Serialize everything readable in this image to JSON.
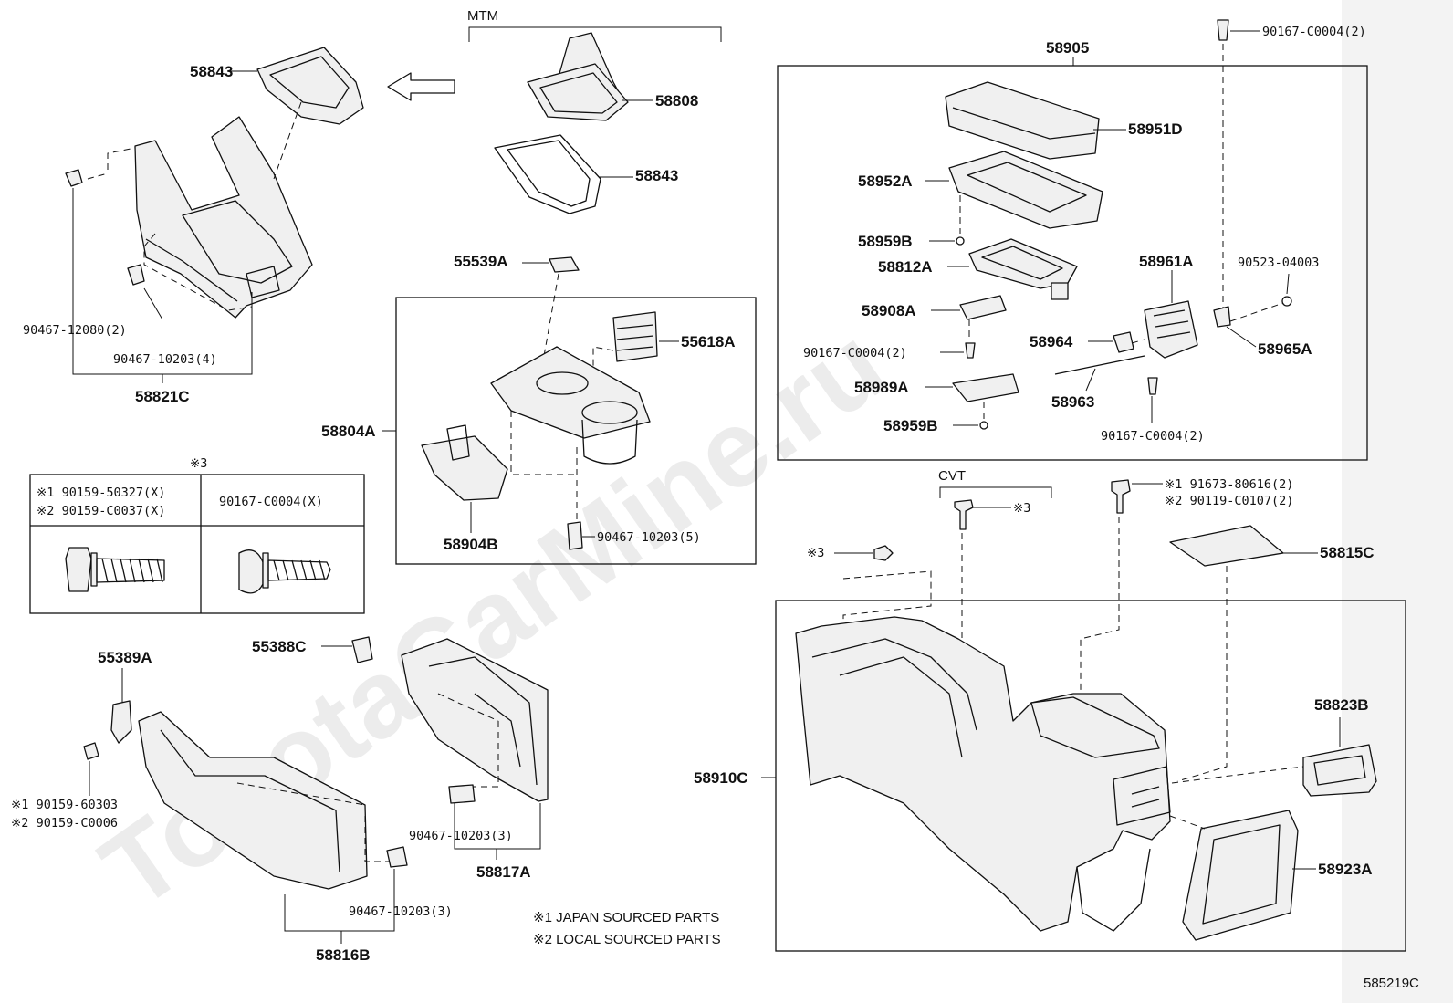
{
  "diagram": {
    "group_labels": {
      "mtm": "MTM",
      "cvt": "CVT",
      "ref3": "※3",
      "ref3_screw": "※3",
      "ref3_bolt": "※3"
    },
    "part_labels": {
      "p58843_top": "58843",
      "p58808": "58808",
      "p58843_mid": "58843",
      "p55539a": "55539A",
      "p55618a": "55618A",
      "p58804a": "58804A",
      "p58904b": "58904B",
      "p90467_10203_5": "90467-10203(5)",
      "p90467_12080": "90467-12080(2)",
      "p90467_10203_4": "90467-10203(4)",
      "p58821c": "58821C",
      "p58905": "58905",
      "p90167_c0004_top": "90167-C0004(2)",
      "p58951d": "58951D",
      "p58952a": "58952A",
      "p58959b_a": "58959B",
      "p58812a": "58812A",
      "p58961a": "58961A",
      "p90523": "90523-04003",
      "p58908a": "58908A",
      "p58964": "58964",
      "p58965a": "58965A",
      "p90167_c0004_left": "90167-C0004(2)",
      "p58963": "58963",
      "p58989a": "58989A",
      "p58959b_b": "58959B",
      "p90167_c0004_bot": "90167-C0004(2)",
      "p91673_1": "※1 91673-80616(2)",
      "p90119_2": "※2 90119-C0107(2)",
      "p58815c": "58815C",
      "p58823b": "58823B",
      "p58910c": "58910C",
      "p58923a": "58923A",
      "p55388c": "55388C",
      "p55389a": "55389A",
      "p90159_60303": "※1 90159-60303",
      "p90159_c0006": "※2 90159-C0006",
      "p90467_10203_3a": "90467-10203(3)",
      "p58817a": "58817A",
      "p90467_10203_3b": "90467-10203(3)",
      "p58816b": "58816B"
    },
    "fastener_table": {
      "title": "※3",
      "col1_line1": "※1 90159-50327(X)",
      "col1_line2": "※2 90159-C0037(X)",
      "col2": "90167-C0004(X)"
    },
    "notes": {
      "note1": "※1 JAPAN SOURCED PARTS",
      "note2": "※2 LOCAL SOURCED PARTS"
    },
    "figure_id": "585219C",
    "watermark": "ToyotaCarMine.ru"
  }
}
